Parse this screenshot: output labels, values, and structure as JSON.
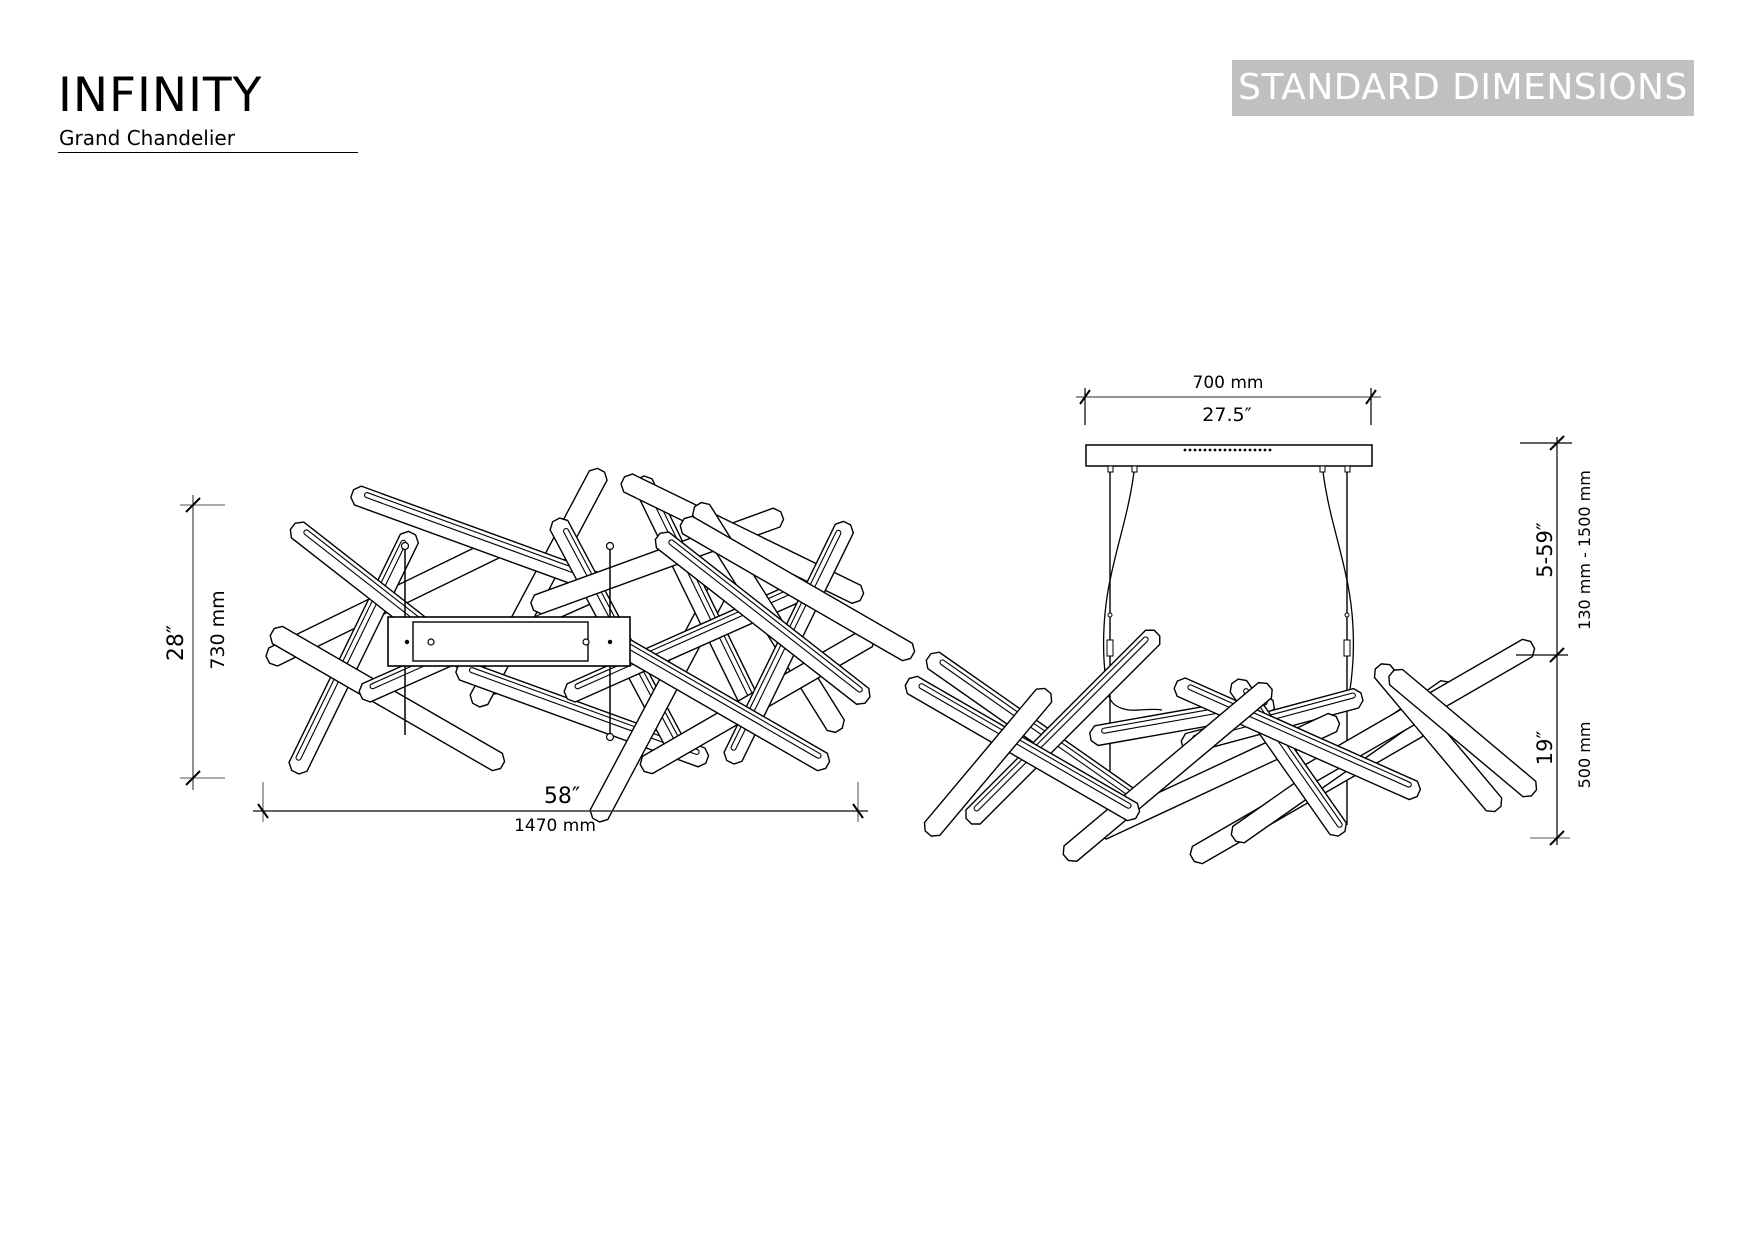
{
  "header": {
    "title": "INFINITY",
    "subtitle": "Grand Chandelier",
    "badge": "STANDARD DIMENSIONS",
    "badge_bg_color": "#c0c0c0",
    "badge_text_color": "#ffffff"
  },
  "top_view": {
    "height_in": "28″",
    "height_mm": "730 mm",
    "width_in": "58″",
    "width_mm": "1470 mm"
  },
  "side_view": {
    "canopy_mm": "700 mm",
    "canopy_in": "27.5″",
    "drop_in": "5-59″",
    "drop_mm": "130 mm - 1500 mm",
    "body_in": "19″",
    "body_mm": "500 mm"
  },
  "icons": {
    "top_view_drawing": "chandelier-top-view-icon",
    "side_view_drawing": "chandelier-side-view-icon"
  }
}
